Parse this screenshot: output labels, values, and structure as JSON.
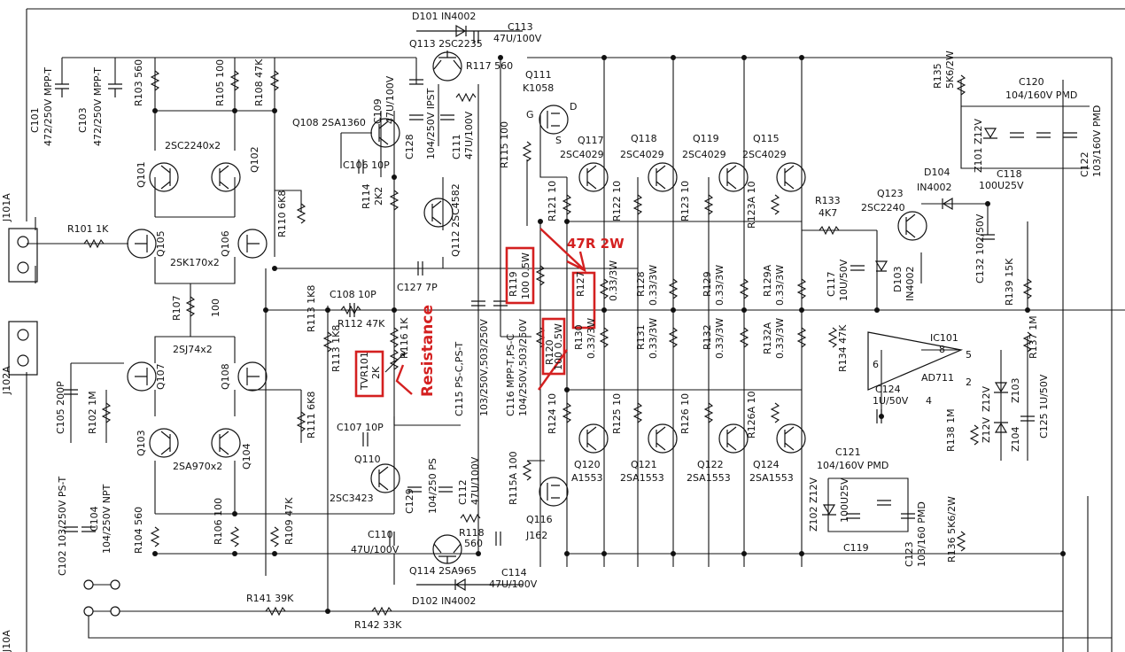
{
  "colors": {
    "line": "#111111",
    "annotation": "#d42020",
    "background": "#ffffff"
  },
  "connectors": {
    "j101a": "J101A",
    "j102a": "J102A",
    "j101a_partial": "J10A"
  },
  "annotations": {
    "callout": "47R 2W",
    "resistance": "Resistance"
  },
  "labels": {
    "d101": "D101 IN4002",
    "c113": "C113",
    "c113v": "47U/100V",
    "q113": "Q113 2SC2235",
    "r117": "R117 560",
    "q111": "Q111",
    "q111t": "K1058",
    "c109": "C109",
    "c109v": "47U/100V",
    "c128": "C128",
    "c128v": "104/250V IPST",
    "c111": "C111",
    "c111v": "47U/100V",
    "r115": "R115 100",
    "c101": "C101",
    "c101v": "472/250V MPP-T",
    "c103": "C103",
    "c103v": "472/250V MPP-T",
    "r103": "R103 560",
    "r105": "R105 100",
    "r108": "R108 47K",
    "q108": "Q108 2SA1360",
    "q101": "Q101",
    "q102": "Q102",
    "pair1": "2SC2240x2",
    "c106": "C106 10P",
    "r114": "R114",
    "r114v": "2K2",
    "r110": "R110 6K8",
    "q112": "Q112 2SC4582",
    "r101": "R101 1K",
    "q105": "Q105",
    "q106": "Q106",
    "fetpair": "2SK170x2",
    "c127": "C127 7P",
    "r107": "R107",
    "r107v": "100",
    "c108": "C108 10P",
    "r112": "R112 47K",
    "r113": "R113 1K8",
    "r116": "R116 1K",
    "tvr": "TVR101",
    "tvrv": "2K",
    "q107": "Q107",
    "q108b": "Q108",
    "jfet2": "2SJ74x2",
    "c105": "C105 200P",
    "r102": "R102 1M",
    "r111": "R111 6K8",
    "q103": "Q103",
    "q104": "Q104",
    "pair2": "2SA970x2",
    "c107": "C107 10P",
    "q110": "Q110",
    "q110t": "2SC3423",
    "c115": "C115 PS-C,PS-T",
    "c115v": "103/250V,503/250V",
    "c116": "C116 MPP-T,PS-C",
    "c116v": "104/250V,503/250V",
    "c129": "C129",
    "c129v": "104/250 PS",
    "c112": "C112",
    "c112v": "47U/100V",
    "r115a": "R115A 100",
    "q116": "Q116",
    "q116t": "J162",
    "c104": "C104",
    "c104v": "104/250V NPT",
    "c102": "C102 103/250V PS-T",
    "r104": "R104 560",
    "r106": "R106 100",
    "r109": "R109 47K",
    "c110": "C110",
    "c110v": "47U/100V",
    "r118": "R118",
    "r118v": "560",
    "q114": "Q114 2SA965",
    "c114": "C114",
    "c114v": "47U/100V",
    "d102": "D102 IN4002",
    "r141": "R141 39K",
    "r142": "R142 33K",
    "q117": "Q117",
    "q118": "Q118",
    "q119": "Q119",
    "q115": "Q115",
    "npn": "2SC4029",
    "r121": "R121 10",
    "r122": "R122 10",
    "r123": "R123 10",
    "r123a": "R123A 10",
    "r119": "R119",
    "r119v": "100 0.5W",
    "r127": "R127",
    "r128": "R128",
    "r129": "R129",
    "r129a": "R129A",
    "r033": "0.33/3W",
    "r120": "R120",
    "r120v": "100 0.5W",
    "r130": "R130",
    "r131": "R131",
    "r132": "R132",
    "r132a": "R132A",
    "r124": "R124 10",
    "r125": "R125 10",
    "r126": "R126 10",
    "r126a": "R126A 10",
    "q120": "Q120",
    "q120t": "A1553",
    "q121": "Q121",
    "q122": "Q122",
    "q124": "Q124",
    "pnp": "2SA1553",
    "r133": "R133",
    "r133v": "4K7",
    "q123": "Q123",
    "q123t": "2SC2240",
    "d103": "D103",
    "d103t": "IN4002",
    "d104": "D104",
    "d104t": "IN4002",
    "c117": "C117",
    "c117v": "10U/50V",
    "c132": "C132 102/50V",
    "r135": "R135",
    "r135v": "5K6/2W",
    "c120": "C120",
    "c120v": "104/160V PMD",
    "z101": "Z101 Z12V",
    "c118": "C118",
    "c118v": "100U25V",
    "c122": "C122",
    "c122v": "103/160V PMD",
    "r139": "R139 15K",
    "r134": "R134 47K",
    "r137": "R137 1M",
    "ic101": "IC101",
    "ad711": "AD711",
    "pin6": "6",
    "pin5": "5",
    "pin2": "2",
    "pin4": "4",
    "pin8": "8",
    "c124": "C124",
    "c124v": "1U/50V",
    "r138": "R138 1M",
    "z103": "Z103",
    "z104": "Z104",
    "z12v": "Z12V",
    "c125": "C125 1U/50V",
    "c121": "C121",
    "c121v": "104/160V PMD",
    "z102": "Z102 Z12V",
    "c119": "C119",
    "c119v": "100U25V",
    "c123": "C123",
    "c123v": "103/160 PMD",
    "r136": "R136 5K6/2W",
    "s": "S",
    "d": "D",
    "g": "G"
  }
}
